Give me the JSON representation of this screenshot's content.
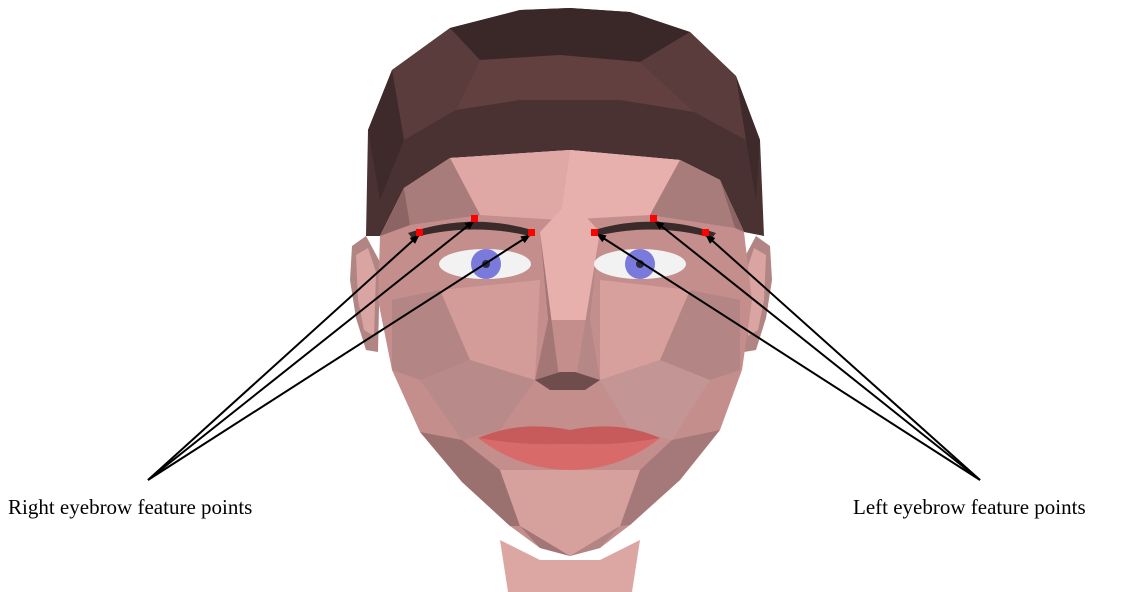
{
  "labels": {
    "right_eyebrow": "Right eyebrow feature points",
    "left_eyebrow": "Left eyebrow feature points"
  },
  "colors": {
    "background": "#ffffff",
    "hair": "#4a3232",
    "skin_light": "#e8b0ac",
    "skin_mid": "#c48e8c",
    "skin_shadow": "#8c6463",
    "iris": "#7a7adc",
    "lips": "#d96a6a",
    "feature_point": "#ff0000",
    "arrow": "#000000"
  },
  "feature_points": {
    "right_eyebrow_count": 3,
    "left_eyebrow_count": 3
  },
  "icons": {
    "feature_point_marker": "red-square",
    "arrow": "arrowhead-line"
  }
}
